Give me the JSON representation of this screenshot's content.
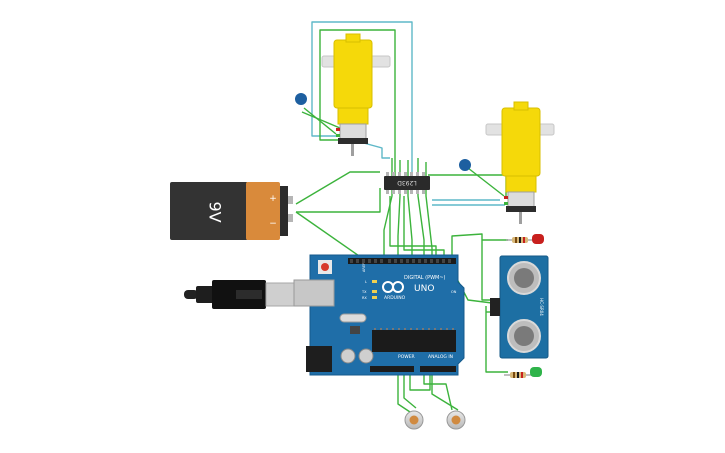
{
  "battery": {
    "voltage": "9V",
    "plus": "+",
    "minus": "−"
  },
  "arduino": {
    "aref": "AREF",
    "digital": "DIGITAL (PWM~)",
    "brand": "ARDUINO",
    "model": "UNO",
    "power": "POWER",
    "analog": "ANALOG IN",
    "led_l": "L",
    "led_tx": "TX",
    "led_rx": "RX",
    "on": "ON"
  },
  "driver_ic": {
    "label": "L293D"
  },
  "sensor": {
    "label": "HC-SR04"
  },
  "colors": {
    "wire_green": "#3cb33c",
    "wire_cyan": "#5fb8c8",
    "board_blue": "#1f6ea8",
    "motor_yellow": "#f5d90a",
    "battery_orange": "#d98a3b",
    "led_red": "#c8201e",
    "led_green": "#2fb34a"
  }
}
